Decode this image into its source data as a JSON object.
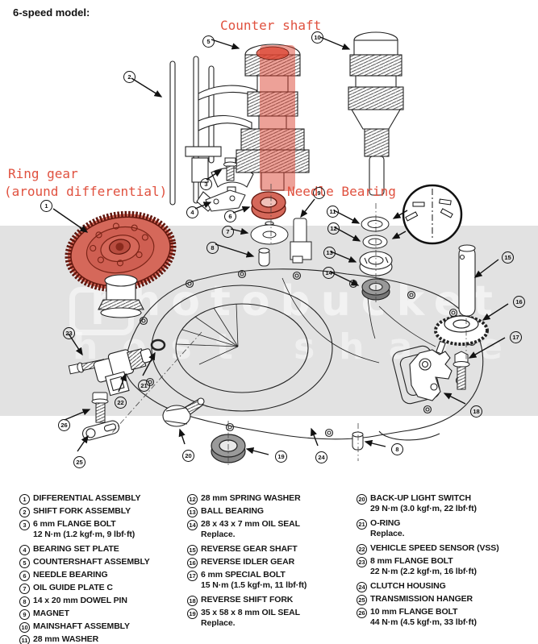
{
  "header": {
    "model_label": "6-speed model:"
  },
  "annotations": {
    "counter_shaft": "Counter shaft",
    "ring_gear_line1": "Ring gear",
    "ring_gear_line2": "(around differential)",
    "needle_bearing": "Needle Bearing"
  },
  "watermark": {
    "line1": "photobucket",
    "line2": "host share"
  },
  "colors": {
    "annotation_red": "#e0513f",
    "highlight_fill": "#d5685a",
    "highlight_outline": "#61160d",
    "band_gray": "#e2e2e2"
  },
  "parts": [
    {
      "num": "1",
      "name": "DIFFERENTIAL ASSEMBLY"
    },
    {
      "num": "2",
      "name": "SHIFT FORK ASSEMBLY"
    },
    {
      "num": "3",
      "name": "6 mm FLANGE BOLT",
      "note": "12 N·m (1.2 kgf·m, 9 lbf·ft)"
    },
    {
      "num": "4",
      "name": "BEARING SET PLATE"
    },
    {
      "num": "5",
      "name": "COUNTERSHAFT ASSEMBLY"
    },
    {
      "num": "6",
      "name": "NEEDLE BEARING"
    },
    {
      "num": "7",
      "name": "OIL GUIDE PLATE C"
    },
    {
      "num": "8",
      "name": "14 x 20 mm DOWEL PIN"
    },
    {
      "num": "9",
      "name": "MAGNET"
    },
    {
      "num": "10",
      "name": "MAINSHAFT ASSEMBLY"
    },
    {
      "num": "11",
      "name": "28 mm WASHER"
    },
    {
      "num": "12",
      "name": "28 mm SPRING WASHER"
    },
    {
      "num": "13",
      "name": "BALL BEARING"
    },
    {
      "num": "14",
      "name": "28 x 43 x 7 mm OIL SEAL",
      "note": "Replace."
    },
    {
      "num": "15",
      "name": "REVERSE GEAR SHAFT"
    },
    {
      "num": "16",
      "name": "REVERSE IDLER GEAR"
    },
    {
      "num": "17",
      "name": "6 mm SPECIAL BOLT",
      "note": "15 N·m (1.5 kgf·m, 11 lbf·ft)"
    },
    {
      "num": "18",
      "name": "REVERSE SHIFT FORK"
    },
    {
      "num": "19",
      "name": "35 x 58 x 8 mm OIL SEAL",
      "note": "Replace."
    },
    {
      "num": "20",
      "name": "BACK-UP LIGHT SWITCH",
      "note": "29 N·m (3.0 kgf·m, 22 lbf·ft)"
    },
    {
      "num": "21",
      "name": "O-RING",
      "note": "Replace."
    },
    {
      "num": "22",
      "name": "VEHICLE SPEED SENSOR (VSS)"
    },
    {
      "num": "23",
      "name": "8 mm FLANGE BOLT",
      "note": "22 N·m (2.2 kgf·m, 16 lbf·ft)"
    },
    {
      "num": "24",
      "name": "CLUTCH HOUSING"
    },
    {
      "num": "25",
      "name": "TRANSMISSION HANGER"
    },
    {
      "num": "26",
      "name": "10 mm FLANGE BOLT",
      "note": "44 N·m (4.5 kgf·m, 33 lbf·ft)"
    }
  ]
}
